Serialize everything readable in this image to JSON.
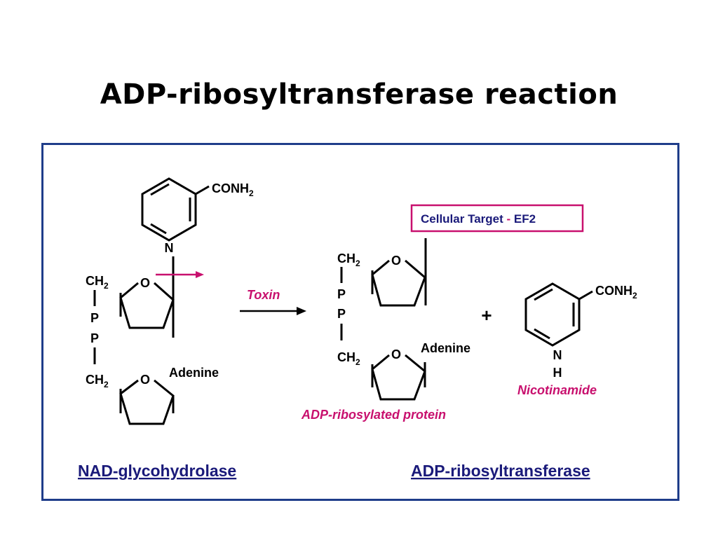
{
  "slide": {
    "title": "ADP-ribosyltransferase reaction"
  },
  "nad": {
    "conh2_main": "CONH",
    "conh2_sub": "2",
    "nitrogen": "N",
    "ch2_top": "CH",
    "ch2_top_sub": "2",
    "o_top": "O",
    "p1": "P",
    "p2": "P",
    "ch2_bottom": "CH",
    "ch2_bottom_sub": "2",
    "o_bottom": "O",
    "adenine": "Adenine"
  },
  "reaction": {
    "arrow_label": "Toxin"
  },
  "product": {
    "target_main": "Cellular Target ",
    "target_dash": "-",
    "target_name": " EF2",
    "ch2_top": "CH",
    "ch2_top_sub": "2",
    "o_top": "O",
    "p1": "P",
    "p2": "P",
    "ch2_bottom": "CH",
    "ch2_bottom_sub": "2",
    "o_bottom": "O",
    "adenine": "Adenine",
    "caption": "ADP-ribosylated protein"
  },
  "plus_sign": "+",
  "nicotinamide": {
    "conh2_main": "CONH",
    "conh2_sub": "2",
    "nitrogen": "N",
    "hydrogen": "H",
    "caption": "Nicotinamide"
  },
  "footer": {
    "left_link": "NAD-glycohydrolase",
    "right_link": "ADP-ribosyltransferase"
  },
  "colors": {
    "accent_magenta": "#c8106e",
    "panel_border": "#1f3d8a",
    "link_navy": "#1a1a7a"
  }
}
